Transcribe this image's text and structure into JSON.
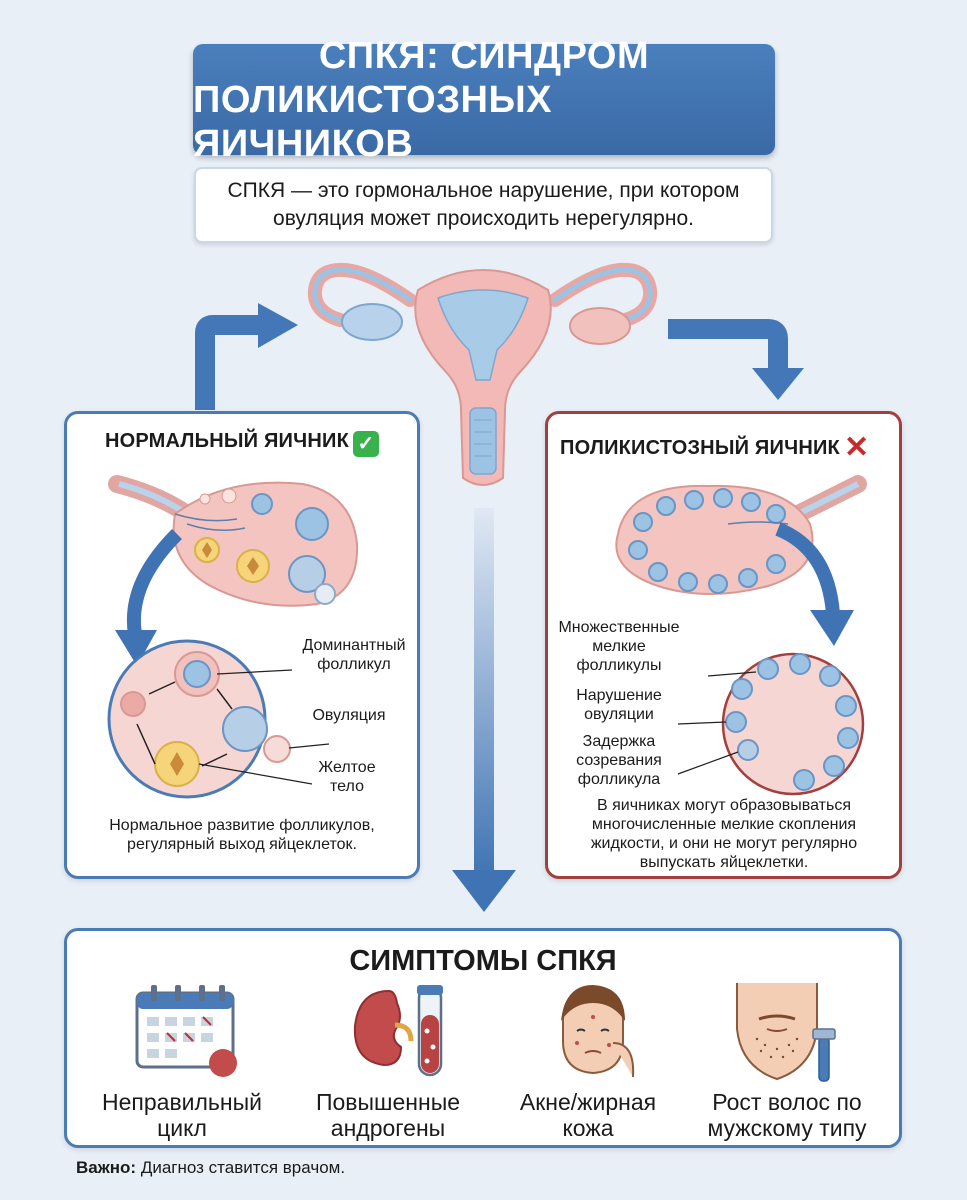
{
  "title": {
    "line1": "СПКЯ: СИНДРОМ",
    "line2": "ПОЛИКИСТОЗНЫХ ЯИЧНИКОВ"
  },
  "subtitle": {
    "line1": "СПКЯ — это гормональное нарушение, при котором",
    "line2": "овуляция может происходить нерегулярно."
  },
  "normal": {
    "title": "НОРМАЛЬНЫЙ ЯИЧНИК",
    "badge": "✓",
    "labels": {
      "dominant_1": "Доминантный",
      "dominant_2": "фолликул",
      "ovulation": "Овуляция",
      "corpus_1": "Желтое",
      "corpus_2": "тело"
    },
    "caption_1": "Нормальное развитие фолликулов,",
    "caption_2": "регулярный выход яйцеклеток."
  },
  "pcos": {
    "title": "ПОЛИКИСТОЗНЫЙ ЯИЧНИК",
    "badge": "✕",
    "labels": {
      "multi_1": "Множественные",
      "multi_2": "мелкие",
      "multi_3": "фолликулы",
      "ovul_1": "Нарушение",
      "ovul_2": "овуляции",
      "delay_1": "Задержка",
      "delay_2": "созревания",
      "delay_3": "фолликула"
    },
    "caption_1": "В яичниках могут образовываться",
    "caption_2": "многочисленные мелкие скопления",
    "caption_3": "жидкости, и они не могут регулярно",
    "caption_4": "выпускать яйцеклетки."
  },
  "symptoms": {
    "title": "СИМПТОМЫ СПКЯ",
    "items": [
      {
        "line1": "Неправильный",
        "line2": "цикл",
        "icon": "calendar-icon"
      },
      {
        "line1": "Повышенные",
        "line2": "андрогены",
        "icon": "kidney-test-tube-icon"
      },
      {
        "line1": "Акне/жирная",
        "line2": "кожа",
        "icon": "face-acne-icon"
      },
      {
        "line1": "Рост волос по",
        "line2": "мужскому типу",
        "icon": "razor-face-icon"
      }
    ]
  },
  "note": {
    "label": "Важно:",
    "text": "Диагноз ставится врачом."
  },
  "colors": {
    "blue": "#3f73b3",
    "red": "#a43f3f",
    "ovary_pink": "#f3c4c0",
    "follicle_blue": "#9cc3e3",
    "corpus_yellow": "#f6d57a"
  }
}
